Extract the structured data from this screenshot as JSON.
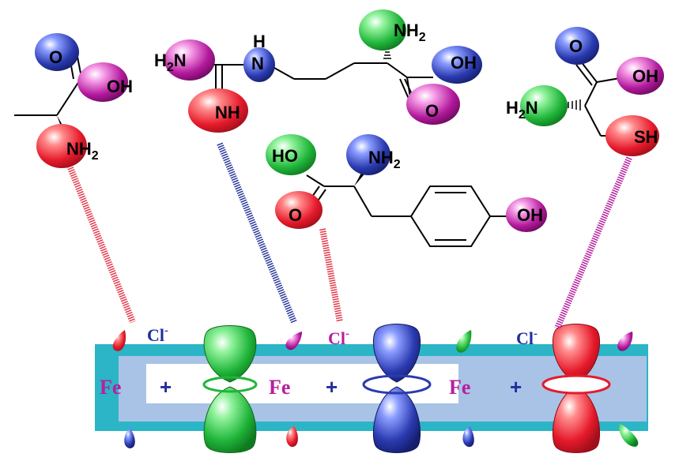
{
  "molecules": {
    "alanine": {
      "o_label": "O",
      "oh_label": "OH",
      "nh2_label": "NH2"
    },
    "arginine": {
      "h2n_label": "H2N",
      "nh_top_label": "N",
      "h_label": "H",
      "nh_bottom_label": "NH",
      "nh2_label": "NH2",
      "o_label": "O",
      "oh_label": "OH"
    },
    "tyrosine": {
      "ho_label": "HO",
      "nh2_label": "NH2",
      "o_label": "O",
      "oh_label": "OH"
    },
    "cysteine": {
      "o_label": "O",
      "oh_label": "OH",
      "h2n_label": "H2N",
      "sh_label": "SH"
    }
  },
  "surface": {
    "fe_labels": [
      "Fe",
      "Fe",
      "Fe"
    ],
    "plus_labels": [
      "+",
      "+",
      "+"
    ],
    "cl_labels": [
      "Cl",
      "Cl",
      "Cl"
    ],
    "cl_charge": "-"
  },
  "colors": {
    "red": "#e8283a",
    "green": "#2bbd3c",
    "blue": "#2a3ca8",
    "magenta": "#b5209e",
    "teal": "#2bb5c6",
    "inner_blue": "#a9c3e6",
    "fe_text": "#b5209e",
    "cl_text": "#1f2f9c"
  }
}
